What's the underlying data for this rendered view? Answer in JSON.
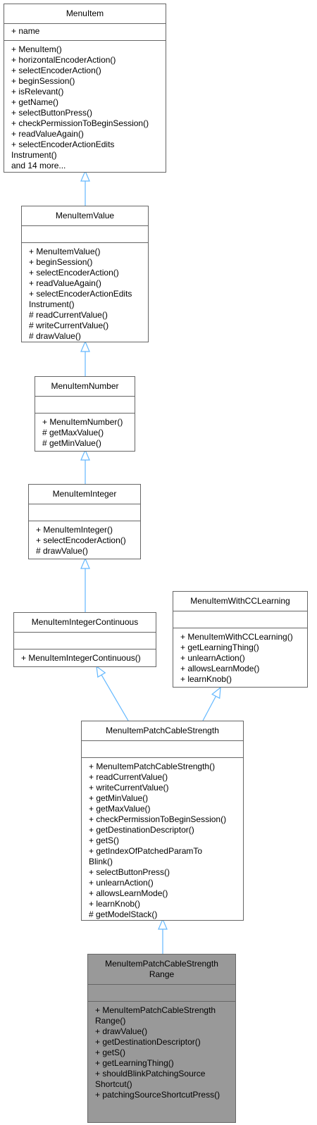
{
  "diagram": {
    "edge_color": "#63b8ff",
    "classes": [
      {
        "id": "MenuItem",
        "title": [
          "MenuItem"
        ],
        "attributes": [
          "+ name"
        ],
        "methods": [
          "+ MenuItem()",
          "+ horizontalEncoderAction()",
          "+ selectEncoderAction()",
          "+ beginSession()",
          "+ isRelevant()",
          "+ getName()",
          "+ selectButtonPress()",
          "+ checkPermissionToBeginSession()",
          "+ readValueAgain()",
          "+ selectEncoderActionEdits",
          "Instrument()",
          "and 14 more..."
        ]
      },
      {
        "id": "MenuItemValue",
        "title": [
          "MenuItemValue"
        ],
        "attributes": [],
        "methods": [
          "+ MenuItemValue()",
          "+ beginSession()",
          "+ selectEncoderAction()",
          "+ readValueAgain()",
          "+ selectEncoderActionEdits",
          "Instrument()",
          "# readCurrentValue()",
          "# writeCurrentValue()",
          "# drawValue()"
        ]
      },
      {
        "id": "MenuItemNumber",
        "title": [
          "MenuItemNumber"
        ],
        "attributes": [],
        "methods": [
          "+ MenuItemNumber()",
          "# getMaxValue()",
          "# getMinValue()"
        ]
      },
      {
        "id": "MenuItemInteger",
        "title": [
          "MenuItemInteger"
        ],
        "attributes": [],
        "methods": [
          "+ MenuItemInteger()",
          "+ selectEncoderAction()",
          "# drawValue()"
        ]
      },
      {
        "id": "MenuItemIntegerContinuous",
        "title": [
          "MenuItemIntegerContinuous"
        ],
        "attributes": [],
        "methods": [
          "+ MenuItemIntegerContinuous()"
        ]
      },
      {
        "id": "MenuItemWithCCLearning",
        "title": [
          "MenuItemWithCCLearning"
        ],
        "attributes": [],
        "methods": [
          "+ MenuItemWithCCLearning()",
          "+ getLearningThing()",
          "+ unlearnAction()",
          "+ allowsLearnMode()",
          "+ learnKnob()"
        ]
      },
      {
        "id": "MenuItemPatchCableStrength",
        "title": [
          "MenuItemPatchCableStrength"
        ],
        "attributes": [],
        "methods": [
          "+ MenuItemPatchCableStrength()",
          "+ readCurrentValue()",
          "+ writeCurrentValue()",
          "+ getMinValue()",
          "+ getMaxValue()",
          "+ checkPermissionToBeginSession()",
          "+ getDestinationDescriptor()",
          "+ getS()",
          "+ getIndexOfPatchedParamTo",
          "Blink()",
          "+ selectButtonPress()",
          "+ unlearnAction()",
          "+ allowsLearnMode()",
          "+ learnKnob()",
          "# getModelStack()"
        ]
      },
      {
        "id": "MenuItemPatchCableStrengthRange",
        "title": [
          "MenuItemPatchCableStrength",
          "Range"
        ],
        "attributes": [],
        "methods": [
          "+ MenuItemPatchCableStrength",
          "Range()",
          "+ drawValue()",
          "+ getDestinationDescriptor()",
          "+ getS()",
          "+ getLearningThing()",
          "+ shouldBlinkPatchingSource",
          "Shortcut()",
          "+ patchingSourceShortcutPress()"
        ]
      }
    ],
    "inheritance": [
      {
        "child": "MenuItemValue",
        "parent": "MenuItem"
      },
      {
        "child": "MenuItemNumber",
        "parent": "MenuItemValue"
      },
      {
        "child": "MenuItemInteger",
        "parent": "MenuItemNumber"
      },
      {
        "child": "MenuItemIntegerContinuous",
        "parent": "MenuItemInteger"
      },
      {
        "child": "MenuItemPatchCableStrength",
        "parent": "MenuItemIntegerContinuous"
      },
      {
        "child": "MenuItemPatchCableStrength",
        "parent": "MenuItemWithCCLearning"
      },
      {
        "child": "MenuItemPatchCableStrengthRange",
        "parent": "MenuItemPatchCableStrength"
      }
    ]
  }
}
